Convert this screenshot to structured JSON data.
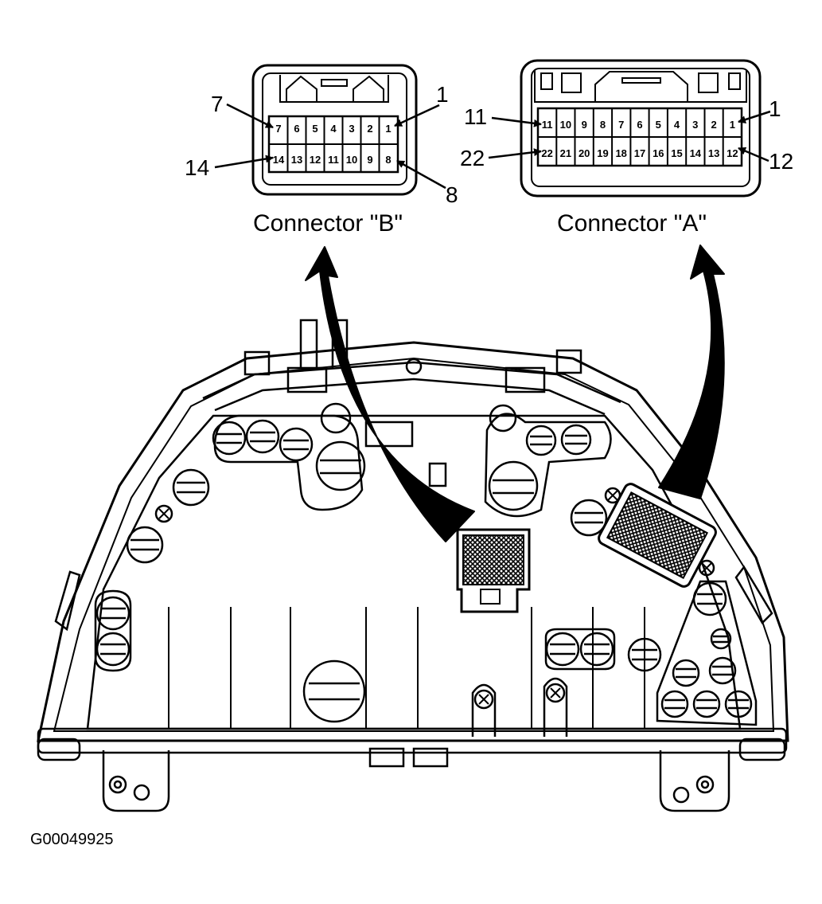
{
  "figure_id": "G00049925",
  "connector_b": {
    "caption": "Connector \"B\"",
    "row_top": [
      "7",
      "6",
      "5",
      "4",
      "3",
      "2",
      "1"
    ],
    "row_bottom": [
      "14",
      "13",
      "12",
      "11",
      "10",
      "9",
      "8"
    ],
    "callout_top_left": "7",
    "callout_top_right": "1",
    "callout_bottom_left": "14",
    "callout_bottom_right": "8"
  },
  "connector_a": {
    "caption": "Connector \"A\"",
    "row_top": [
      "11",
      "10",
      "9",
      "8",
      "7",
      "6",
      "5",
      "4",
      "3",
      "2",
      "1"
    ],
    "row_bottom": [
      "22",
      "21",
      "20",
      "19",
      "18",
      "17",
      "16",
      "15",
      "14",
      "13",
      "12"
    ],
    "callout_top_left": "11",
    "callout_top_right": "1",
    "callout_bottom_left": "22",
    "callout_bottom_right": "12"
  }
}
